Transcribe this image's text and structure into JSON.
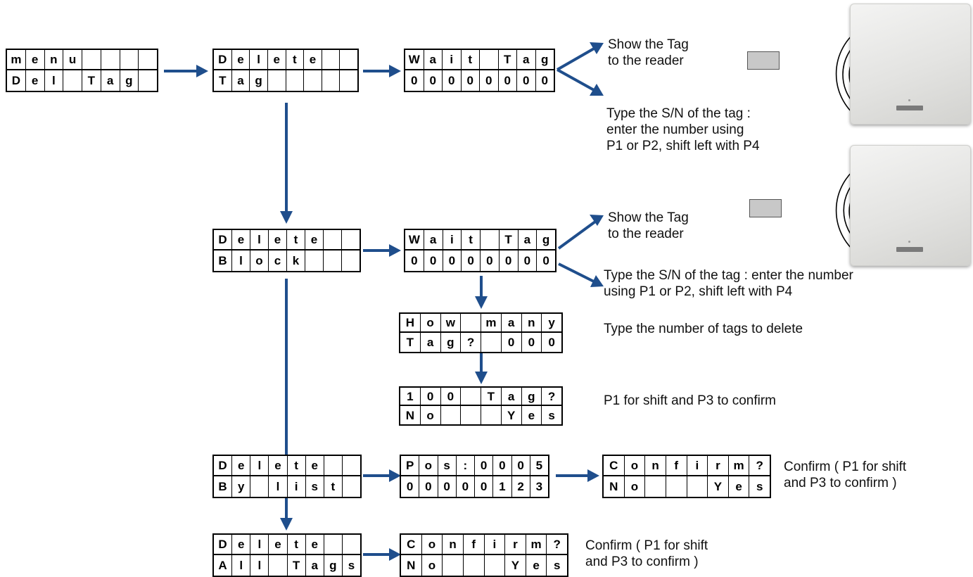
{
  "displays": {
    "menu": {
      "line1": [
        "m",
        "e",
        "n",
        "u",
        "",
        "",
        "",
        ""
      ],
      "line2": [
        "D",
        "e",
        "l",
        "",
        "T",
        "a",
        "g",
        ""
      ]
    },
    "delete_tag": {
      "line1": [
        "D",
        "e",
        "l",
        "e",
        "t",
        "e",
        "",
        ""
      ],
      "line2": [
        "T",
        "a",
        "g",
        "",
        "",
        "",
        "",
        ""
      ]
    },
    "wait_tag_1": {
      "line1": [
        "W",
        "a",
        "i",
        "t",
        "",
        "T",
        "a",
        "g"
      ],
      "line2": [
        "0",
        "0",
        "0",
        "0",
        "0",
        "0",
        "0",
        "0"
      ]
    },
    "delete_block": {
      "line1": [
        "D",
        "e",
        "l",
        "e",
        "t",
        "e",
        "",
        ""
      ],
      "line2": [
        "B",
        "l",
        "o",
        "c",
        "k",
        "",
        "",
        ""
      ]
    },
    "wait_tag_2": {
      "line1": [
        "W",
        "a",
        "i",
        "t",
        "",
        "T",
        "a",
        "g"
      ],
      "line2": [
        "0",
        "0",
        "0",
        "0",
        "0",
        "0",
        "0",
        "0"
      ]
    },
    "how_many": {
      "line1": [
        "H",
        "o",
        "w",
        "",
        "m",
        "a",
        "n",
        "y"
      ],
      "line2": [
        "T",
        "a",
        "g",
        "?",
        "",
        "0",
        "0",
        "0"
      ]
    },
    "confirm_100": {
      "line1": [
        "1",
        "0",
        "0",
        "",
        "T",
        "a",
        "g",
        "?"
      ],
      "line2": [
        "N",
        "o",
        "",
        "",
        "",
        "Y",
        "e",
        "s"
      ]
    },
    "delete_by_list": {
      "line1": [
        "D",
        "e",
        "l",
        "e",
        "t",
        "e",
        "",
        ""
      ],
      "line2": [
        "B",
        "y",
        "",
        "l",
        "i",
        "s",
        "t",
        ""
      ]
    },
    "pos": {
      "line1": [
        "P",
        "o",
        "s",
        ":",
        "0",
        "0",
        "0",
        "5"
      ],
      "line2": [
        "0",
        "0",
        "0",
        "0",
        "0",
        "1",
        "2",
        "3"
      ]
    },
    "confirm_list": {
      "line1": [
        "C",
        "o",
        "n",
        "f",
        "i",
        "r",
        "m",
        "?"
      ],
      "line2": [
        "N",
        "o",
        "",
        "",
        "",
        "Y",
        "e",
        "s"
      ]
    },
    "delete_all": {
      "line1": [
        "D",
        "e",
        "l",
        "e",
        "t",
        "e",
        "",
        ""
      ],
      "line2": [
        "A",
        "l",
        "l",
        "",
        "T",
        "a",
        "g",
        "s"
      ]
    },
    "confirm_all": {
      "line1": [
        "C",
        "o",
        "n",
        "f",
        "i",
        "r",
        "m",
        "?"
      ],
      "line2": [
        "N",
        "o",
        "",
        "",
        "",
        "Y",
        "e",
        "s"
      ]
    }
  },
  "notes": {
    "show_tag_1": "Show the Tag\nto the reader",
    "type_sn_1": "Type the S/N of the tag :\nenter the number using\nP1 or P2, shift left with P4",
    "show_tag_2": "Show the Tag\nto the reader",
    "type_sn_2": "Type the S/N of the tag : enter the number\nusing P1 or P2, shift left with P4",
    "type_number": "Type the number of tags to delete",
    "shift_confirm": "P1 for shift and P3 to confirm",
    "confirm_list_note": "Confirm ( P1 for shift\nand P3 to confirm )",
    "confirm_all_note": "Confirm ( P1 for shift\nand P3 to confirm )"
  },
  "colors": {
    "arrow": "#1f4e8c",
    "lcd_border": "#000000",
    "tag_card": "#c8c8c8"
  },
  "icons": [
    "rfid-tag-icon",
    "radio-waves-icon",
    "rfid-reader-icon"
  ]
}
